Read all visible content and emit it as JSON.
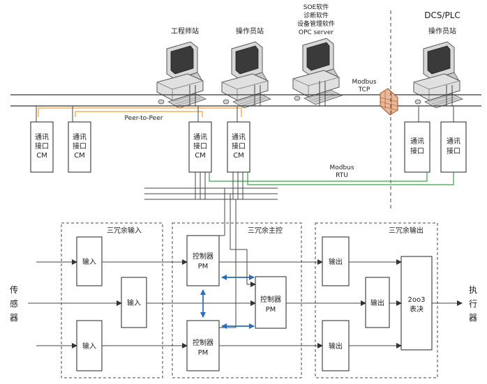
{
  "stations": {
    "engineer": "工程师站",
    "operator1": "操作员站",
    "soe": [
      "SOE软件",
      "诊断软件",
      "设备管理软件",
      "OPC server"
    ],
    "dcs_title": "DCS/PLC",
    "operator2": "操作员站"
  },
  "network": {
    "modbus_tcp": [
      "Modbus",
      "TCP"
    ],
    "peer": "Peer-to-Peer",
    "modbus_rtu": [
      "Modbus",
      "RTU"
    ]
  },
  "cm_label": [
    "通讯",
    "接口",
    "CM"
  ],
  "dcs_cm_label": [
    "通讯",
    "接口"
  ],
  "groups": {
    "input": "三冗余输入",
    "control": "三冗余主控",
    "output": "三冗余输出"
  },
  "input_label": "输入",
  "output_label": "输出",
  "pm_label": [
    "控制器",
    "PM"
  ],
  "vote_label": [
    "2oo3",
    "表决"
  ],
  "sensor": [
    "传",
    "感",
    "器"
  ],
  "actuator": [
    "执",
    "行",
    "器"
  ]
}
